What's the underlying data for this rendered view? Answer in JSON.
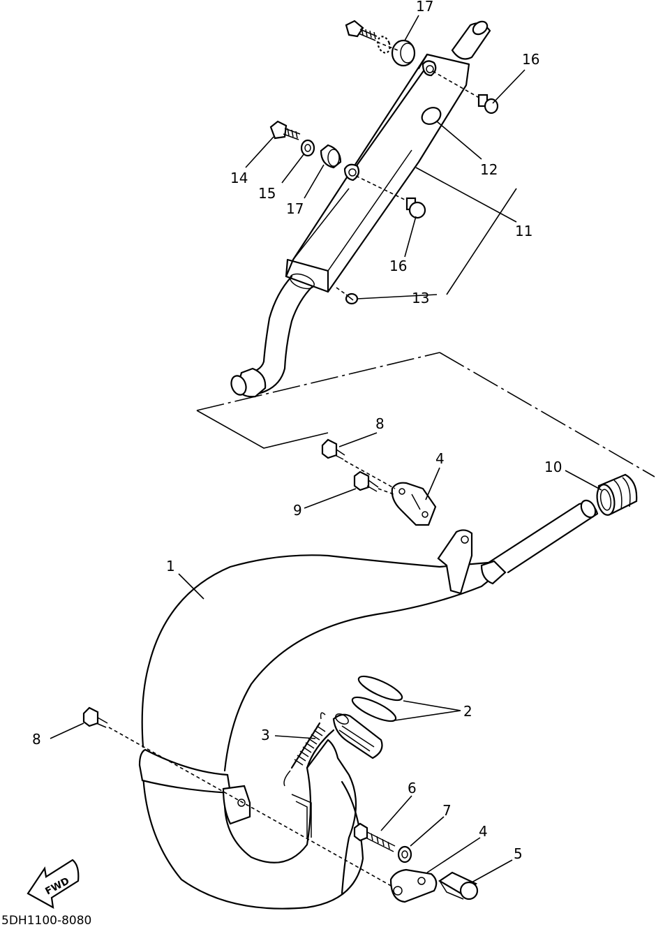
{
  "diagram_code": "5DH1100-8080",
  "fwd_label": "FWD",
  "callouts": [
    {
      "id": "c1",
      "text": "1"
    },
    {
      "id": "c2",
      "text": "2"
    },
    {
      "id": "c3",
      "text": "3"
    },
    {
      "id": "c4a",
      "text": "4"
    },
    {
      "id": "c4b",
      "text": "4"
    },
    {
      "id": "c5",
      "text": "5"
    },
    {
      "id": "c6",
      "text": "6"
    },
    {
      "id": "c7",
      "text": "7"
    },
    {
      "id": "c8a",
      "text": "8"
    },
    {
      "id": "c8b",
      "text": "8"
    },
    {
      "id": "c9",
      "text": "9"
    },
    {
      "id": "c10",
      "text": "10"
    },
    {
      "id": "c11",
      "text": "11"
    },
    {
      "id": "c12",
      "text": "12"
    },
    {
      "id": "c13",
      "text": "13"
    },
    {
      "id": "c14",
      "text": "14"
    },
    {
      "id": "c15",
      "text": "15"
    },
    {
      "id": "c16a",
      "text": "16"
    },
    {
      "id": "c16b",
      "text": "16"
    },
    {
      "id": "c17a",
      "text": "17"
    },
    {
      "id": "c17b",
      "text": "17"
    }
  ]
}
